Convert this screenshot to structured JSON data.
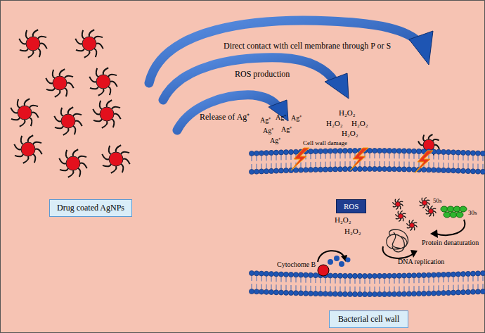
{
  "diagram": {
    "nodes": [
      {
        "text": [
          "Drug coated AgNPs"
        ]
      },
      {
        "text": [
          "ROS"
        ]
      },
      {
        "text": [
          "Bacterial cell wall"
        ]
      }
    ],
    "labels": [
      "Direct contact with cell membrane through P or S",
      "ROS production",
      "Release of Ag⁺",
      "Ag⁺",
      "Ag⁺",
      "Ag⁺",
      "Ag⁺",
      "Ag⁺",
      "Ag⁺",
      "H₂O₂",
      "H₂O₂",
      "H₂O₂",
      "H₂O₂",
      "Cell wall damage",
      "H₂O₂",
      "H₂O₂",
      "50s",
      "30s",
      "Protein denaturation",
      "Cytochome B",
      "DNA replication"
    ]
  }
}
